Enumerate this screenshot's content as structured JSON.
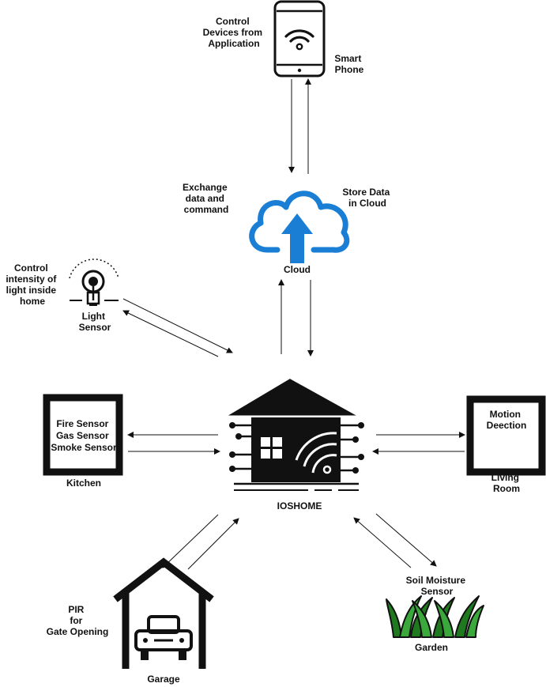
{
  "labels": {
    "control_devices": [
      "Control",
      "Devices from",
      "Application"
    ],
    "smart_phone": [
      "Smart",
      "Phone"
    ],
    "exchange": [
      "Exchange",
      "data and",
      "command"
    ],
    "store": [
      "Store Data",
      "in Cloud"
    ],
    "cloud": "Cloud",
    "control_intensity": [
      "Control",
      "intensity of",
      "light inside",
      "home"
    ],
    "light_sensor": [
      "Light",
      "Sensor"
    ],
    "kitchen_box": [
      "Fire Sensor",
      "Gas Sensor",
      "Smoke Sensor"
    ],
    "kitchen": "Kitchen",
    "ioshome": "IOSHOME",
    "motion": [
      "Motion",
      "Deection"
    ],
    "living_room": [
      "Living",
      "Room"
    ],
    "pir": [
      "PIR",
      "for",
      "Gate Opening"
    ],
    "garage": "Garage",
    "soil": [
      "Soil Moisture",
      "Sensor"
    ],
    "garden": "Garden"
  },
  "colors": {
    "cloud": "#1a7fd4",
    "grass_dark": "#1f7a1f",
    "grass_light": "#3aa83a",
    "ink": "#111111"
  },
  "icons": [
    "smartphone-icon",
    "cloud-upload-icon",
    "light-bulb-icon",
    "smart-home-icon",
    "garage-car-icon",
    "grass-icon"
  ]
}
